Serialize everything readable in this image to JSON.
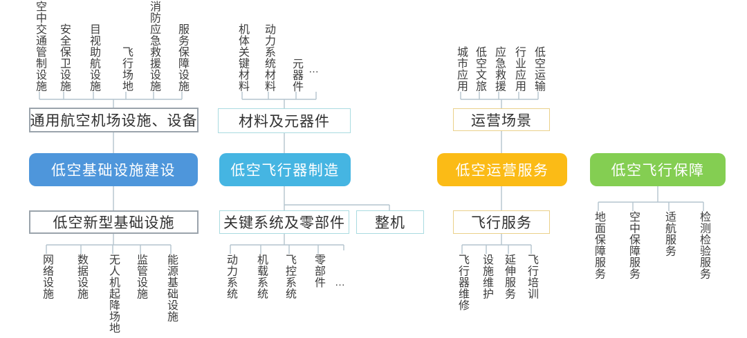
{
  "palette": {
    "line": "#B3C3CE",
    "text": "#3B3B3B",
    "box_text": "#FFFFFF",
    "border_gray": "#9AA3AB",
    "border_cyan": "#A9DBE0",
    "border_yellow": "#EAD089"
  },
  "columns": [
    {
      "name": "低空基础设施建设",
      "color": "#4E96DB",
      "top": {
        "labels": [
          "空中交通管制设施",
          "安全保卫设施",
          "目视助航设施",
          "飞行场地",
          "消防应急救援设施",
          "服务保障设施"
        ],
        "box_label": "通用航空机场设施、设备"
      },
      "bottom": {
        "box_label": "低空新型基础设施",
        "labels": [
          "网络设施",
          "数据设施",
          "无人机起降场地",
          "监管设施",
          "能源基础设施"
        ]
      }
    },
    {
      "name": "低空飞行器制造",
      "color": "#45B5E2",
      "top": {
        "labels": [
          "机体关键材料",
          "动力系统材料",
          "元器件",
          "…"
        ],
        "box_label": "材料及元器件"
      },
      "bottom": {
        "box_label": "关键系统及零部件",
        "box_label_2": "整机",
        "labels": [
          "动力系统",
          "机载系统",
          "飞控系统",
          "零部件",
          "…"
        ]
      }
    },
    {
      "name": "低空运营服务",
      "color": "#FBBB16",
      "top": {
        "labels": [
          "城市应用",
          "低空文旅",
          "应急救援",
          "行业应用",
          "低空运输"
        ],
        "box_label": "运营场景"
      },
      "bottom": {
        "box_label": "飞行服务",
        "labels": [
          "飞行器维修",
          "设施维护",
          "延伸服务",
          "飞行培训"
        ]
      }
    },
    {
      "name": "低空飞行保障",
      "color": "#84CE52",
      "bottom": {
        "labels": [
          "地面保障服务",
          "空中保障服务",
          "适航服务",
          "检测检验服务"
        ]
      }
    }
  ]
}
